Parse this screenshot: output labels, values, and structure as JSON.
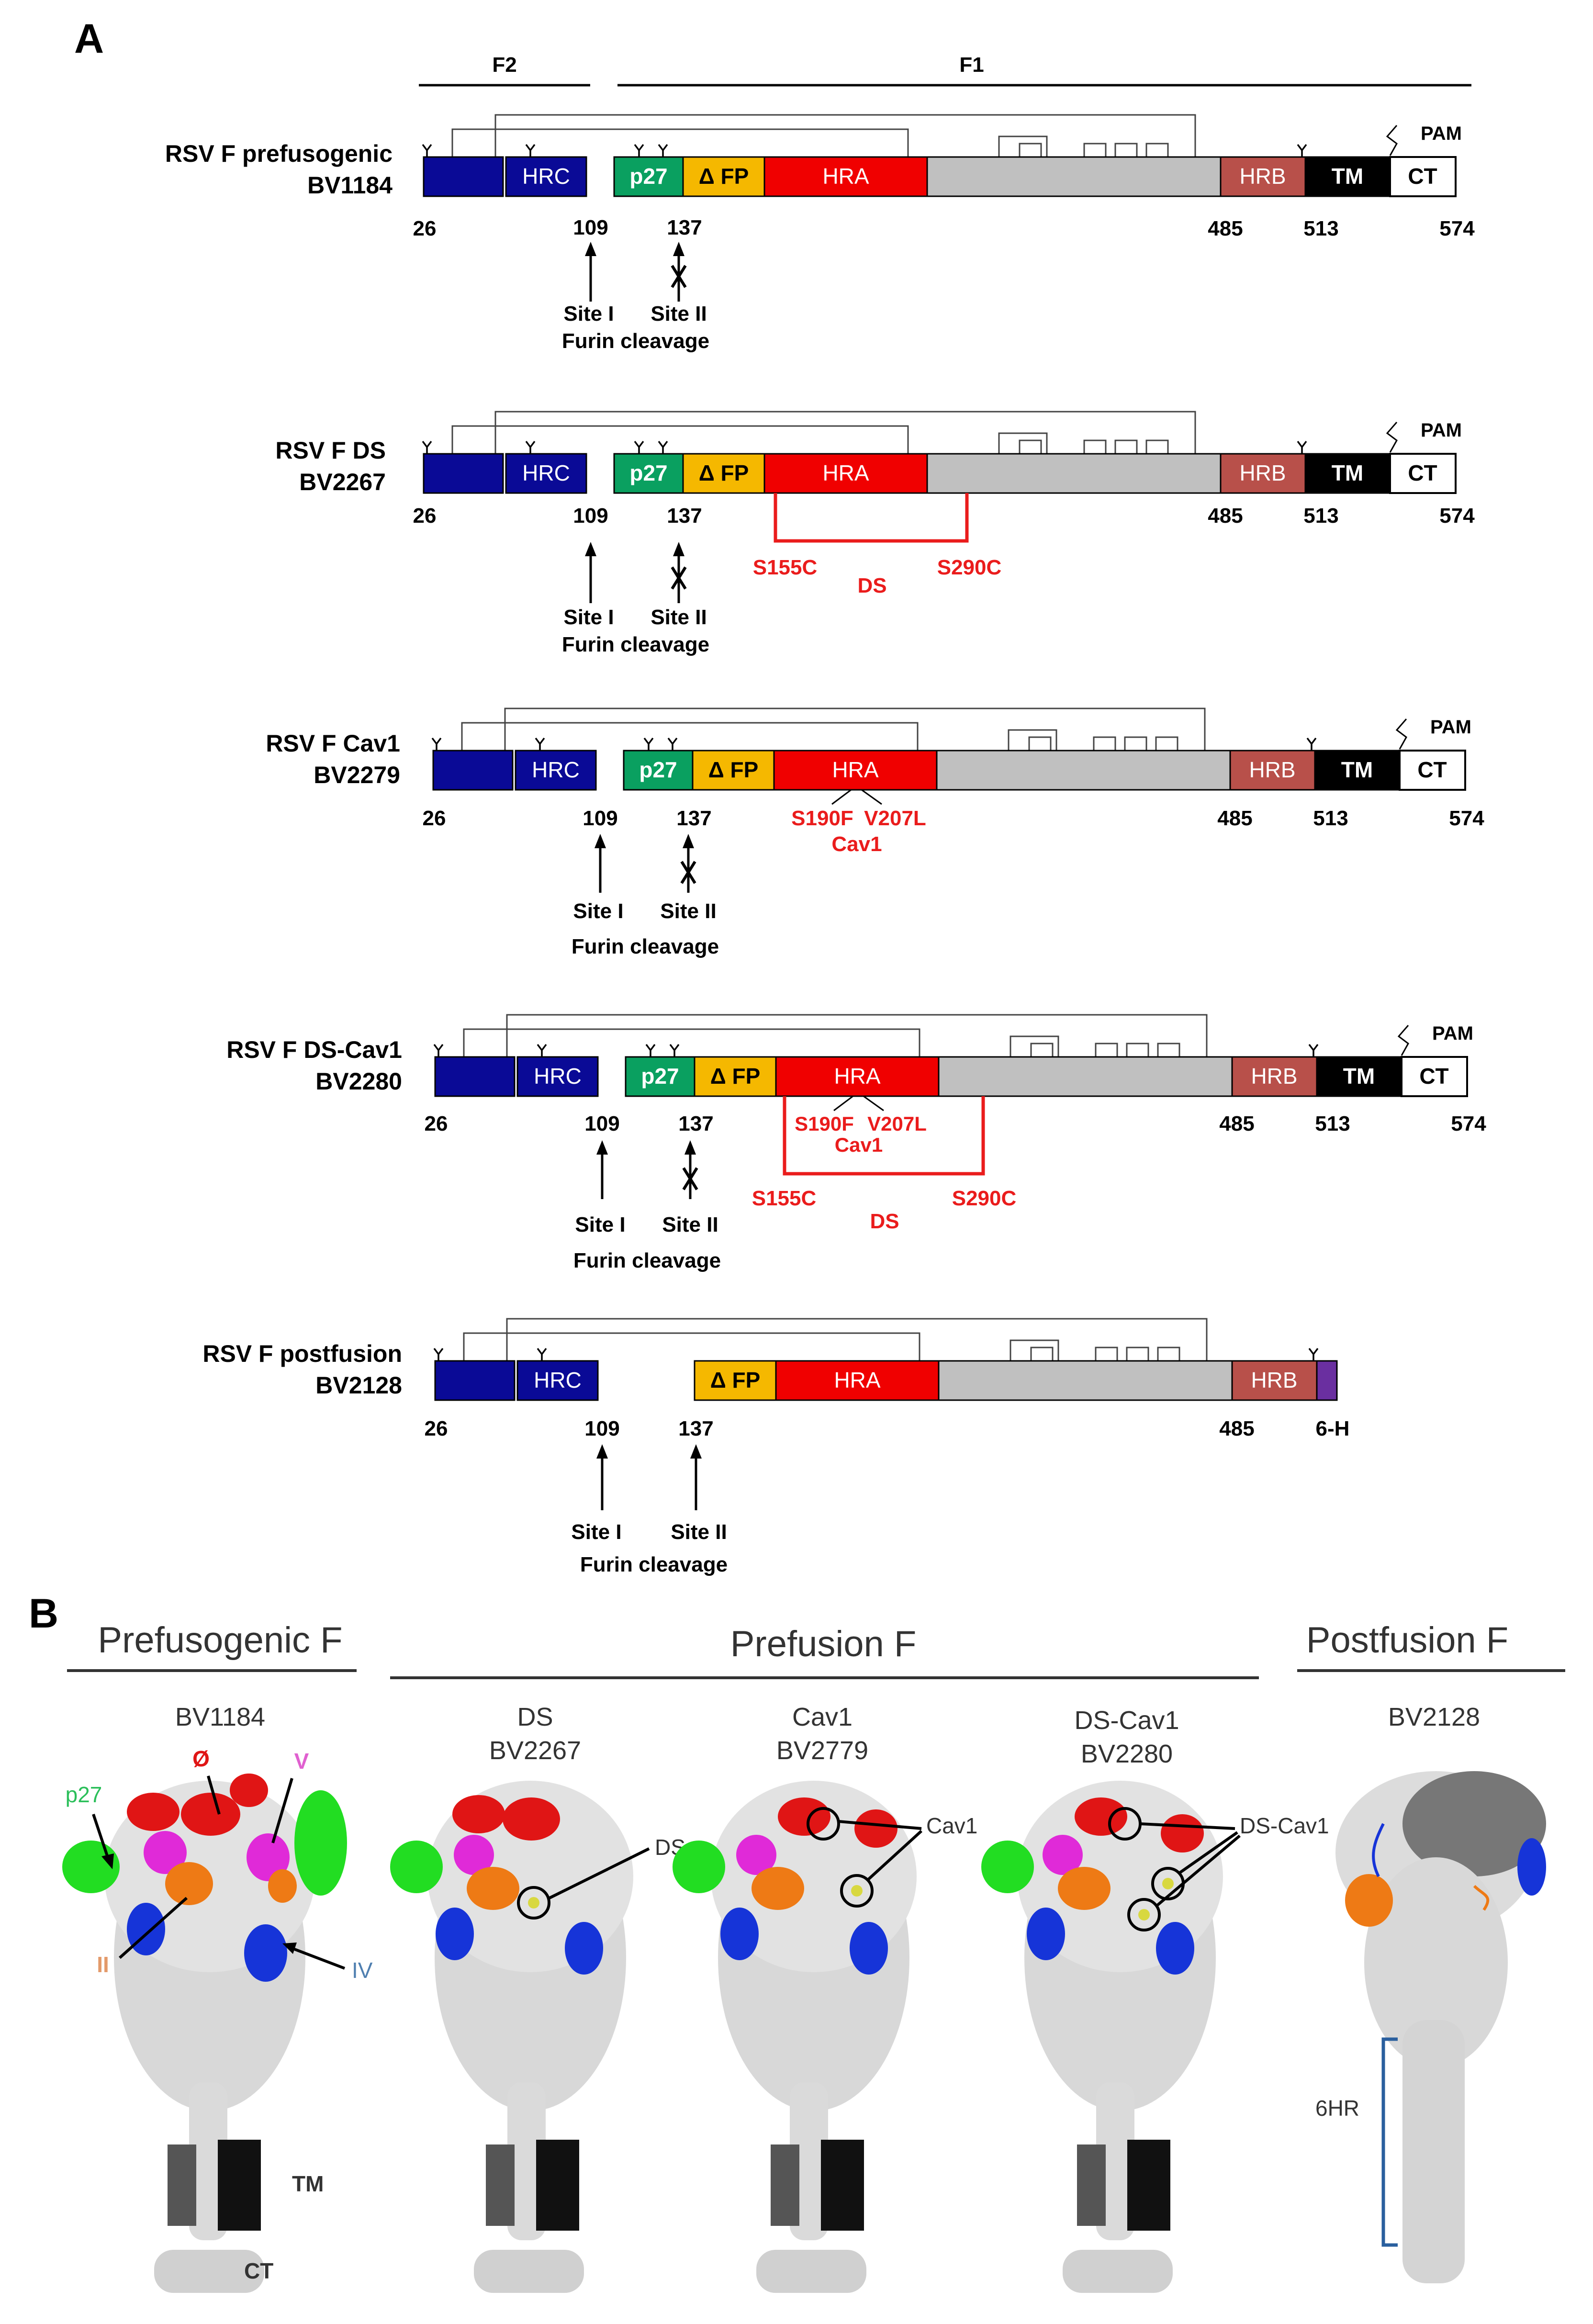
{
  "panel_labels": {
    "a": "A",
    "b": "B"
  },
  "regions": {
    "f2": "F2",
    "f1": "F1"
  },
  "domain_labels": {
    "hrc": "HRC",
    "p27": "p27",
    "dfp": "Δ FP",
    "hra": "HRA",
    "hrb": "HRB",
    "tm": "TM",
    "ct": "CT",
    "pam": "PAM"
  },
  "positions": {
    "p26": "26",
    "p109": "109",
    "p137": "137",
    "p485": "485",
    "p513": "513",
    "p574": "574",
    "sixh": "6-H"
  },
  "cleavage": {
    "site1": "Site I",
    "site2": "Site II",
    "furin": "Furin cleavage"
  },
  "mutations": {
    "s155c": "S155C",
    "s290c": "S290C",
    "ds": "DS",
    "s190f": "S190F",
    "v207l": "V207L",
    "cav1": "Cav1"
  },
  "constructs": [
    {
      "name": "RSV F prefusogenic",
      "id": "BV1184"
    },
    {
      "name": "RSV F DS",
      "id": "BV2267"
    },
    {
      "name": "RSV F Cav1",
      "id": "BV2279"
    },
    {
      "name": "RSV F DS-Cav1",
      "id": "BV2280"
    },
    {
      "name": "RSV F postfusion",
      "id": "BV2128"
    }
  ],
  "panel_b": {
    "headers": {
      "prefusogenic": "Prefusogenic F",
      "prefusion": "Prefusion F",
      "postfusion": "Postfusion F"
    },
    "structures": [
      {
        "line1": "",
        "line2": "BV1184"
      },
      {
        "line1": "DS",
        "line2": "BV2267"
      },
      {
        "line1": "Cav1",
        "line2": "BV2779"
      },
      {
        "line1": "DS-Cav1",
        "line2": "BV2280"
      },
      {
        "line1": "",
        "line2": "BV2128"
      }
    ],
    "annotations": {
      "p27": "p27",
      "site0": "Ø",
      "sitev": "V",
      "site2": "II",
      "site4": "IV",
      "tm": "TM",
      "ct": "CT",
      "ds": "DS",
      "cav1": "Cav1",
      "dscav1": "DS-Cav1",
      "sixhr": "6HR"
    }
  },
  "colors": {
    "navy": "#0a0a96",
    "green": "#0aa060",
    "yellow": "#f5b800",
    "red": "#f00000",
    "gray": "#c0c0c0",
    "hrb": "#b8504a",
    "black": "#000000",
    "purple": "#6a2fa0",
    "mutation": "#ea1c1c",
    "surface": "#d8d8d8",
    "ep_green": "#22dd22",
    "ep_red": "#e01515",
    "ep_magenta": "#e02ad8",
    "ep_orange": "#ee7a15",
    "ep_blue": "#1634d8"
  }
}
